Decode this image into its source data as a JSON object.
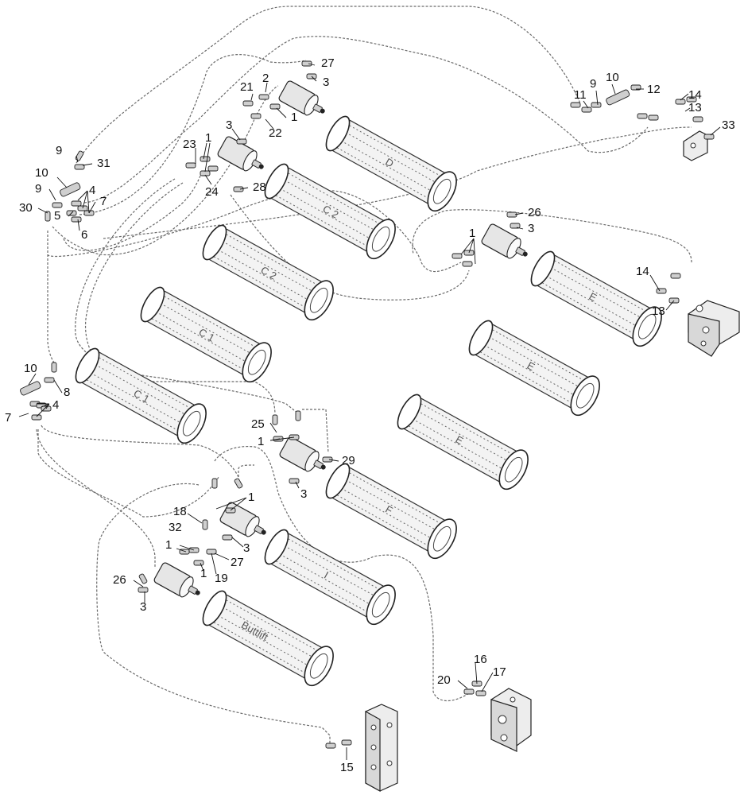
{
  "callouts": {
    "c2": "2",
    "c27a": "27",
    "c3a": "3",
    "c21": "21",
    "c1a": "1",
    "c22": "22",
    "c11": "11",
    "c9a": "9",
    "c10a": "10",
    "c12": "12",
    "c14a": "14",
    "c13a": "13",
    "c33": "33",
    "c3b": "3",
    "c23": "23",
    "c1b": "1",
    "c24": "24",
    "c28": "28",
    "c9b": "9",
    "c31": "31",
    "c10b": "10",
    "c4a": "4",
    "c7a": "7",
    "c9c": "9",
    "c30": "30",
    "c5": "5",
    "c6": "6",
    "c26a": "26",
    "c3c": "3",
    "c1c": "1",
    "c14b": "14",
    "c13b": "13",
    "c10c": "10",
    "c8": "8",
    "c7b": "7",
    "c4b": "4",
    "c25": "25",
    "c1d": "1",
    "c29": "29",
    "c3d": "3",
    "c1e": "1",
    "c18": "18",
    "c32": "32",
    "c1f": "1",
    "c3e": "3",
    "c27b": "27",
    "c1g": "1",
    "c19": "19",
    "c26b": "26",
    "c3f": "3",
    "c20": "20",
    "c16": "16",
    "c17": "17",
    "c15": "15"
  },
  "rollers": {
    "d": "D",
    "c2_top": "C 2",
    "c2_mid": "C 2",
    "c1_mid": "C 1",
    "c1_low": "C 1",
    "e_right": "E",
    "e_mid": "E",
    "e_low": "E",
    "f": "F",
    "i": "I",
    "buttlift": "Buttlift"
  }
}
